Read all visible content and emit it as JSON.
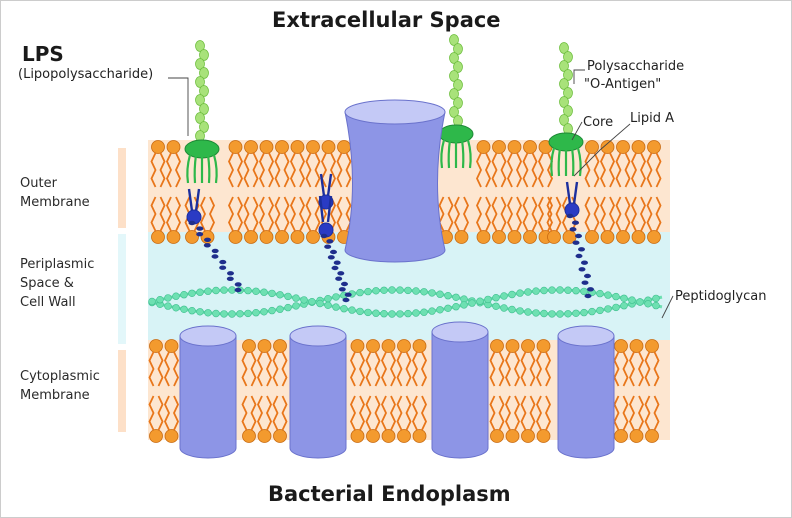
{
  "titles": {
    "top": "Extracellular Space",
    "bottom": "Bacterial Endoplasm"
  },
  "lps": {
    "abbr": "LPS",
    "full": "(Lipopolysaccharide)"
  },
  "labels": {
    "polysaccharide": "Polysaccharide",
    "o_antigen": "\"O-Antigen\"",
    "core": "Core",
    "lipid_a": "Lipid A",
    "peptidoglycan": "Peptidoglycan"
  },
  "regions": {
    "outer": [
      "Outer",
      "Membrane"
    ],
    "periplasmic": [
      "Periplasmic",
      "Space &",
      "Cell Wall"
    ],
    "cytoplasmic": [
      "Cytoplasmic",
      "Membrane"
    ]
  },
  "colors": {
    "lipid_head": "#f39a2e",
    "lipid_tail": "#e8761a",
    "membrane_bg": "#fde6d0",
    "periplasm": "#d8f3f6",
    "protein": "#8d95e6",
    "protein_top": "#c4c9f6",
    "o_antigen": "#a8e27a",
    "core": "#2eb84a",
    "lipid_a": "#1c2f9e",
    "peptidoglycan": "#6ee0b2",
    "region_bar_outer": "#fde0c8",
    "region_bar_peri": "#e3f7fa",
    "region_bar_cyto": "#fde0c8"
  }
}
